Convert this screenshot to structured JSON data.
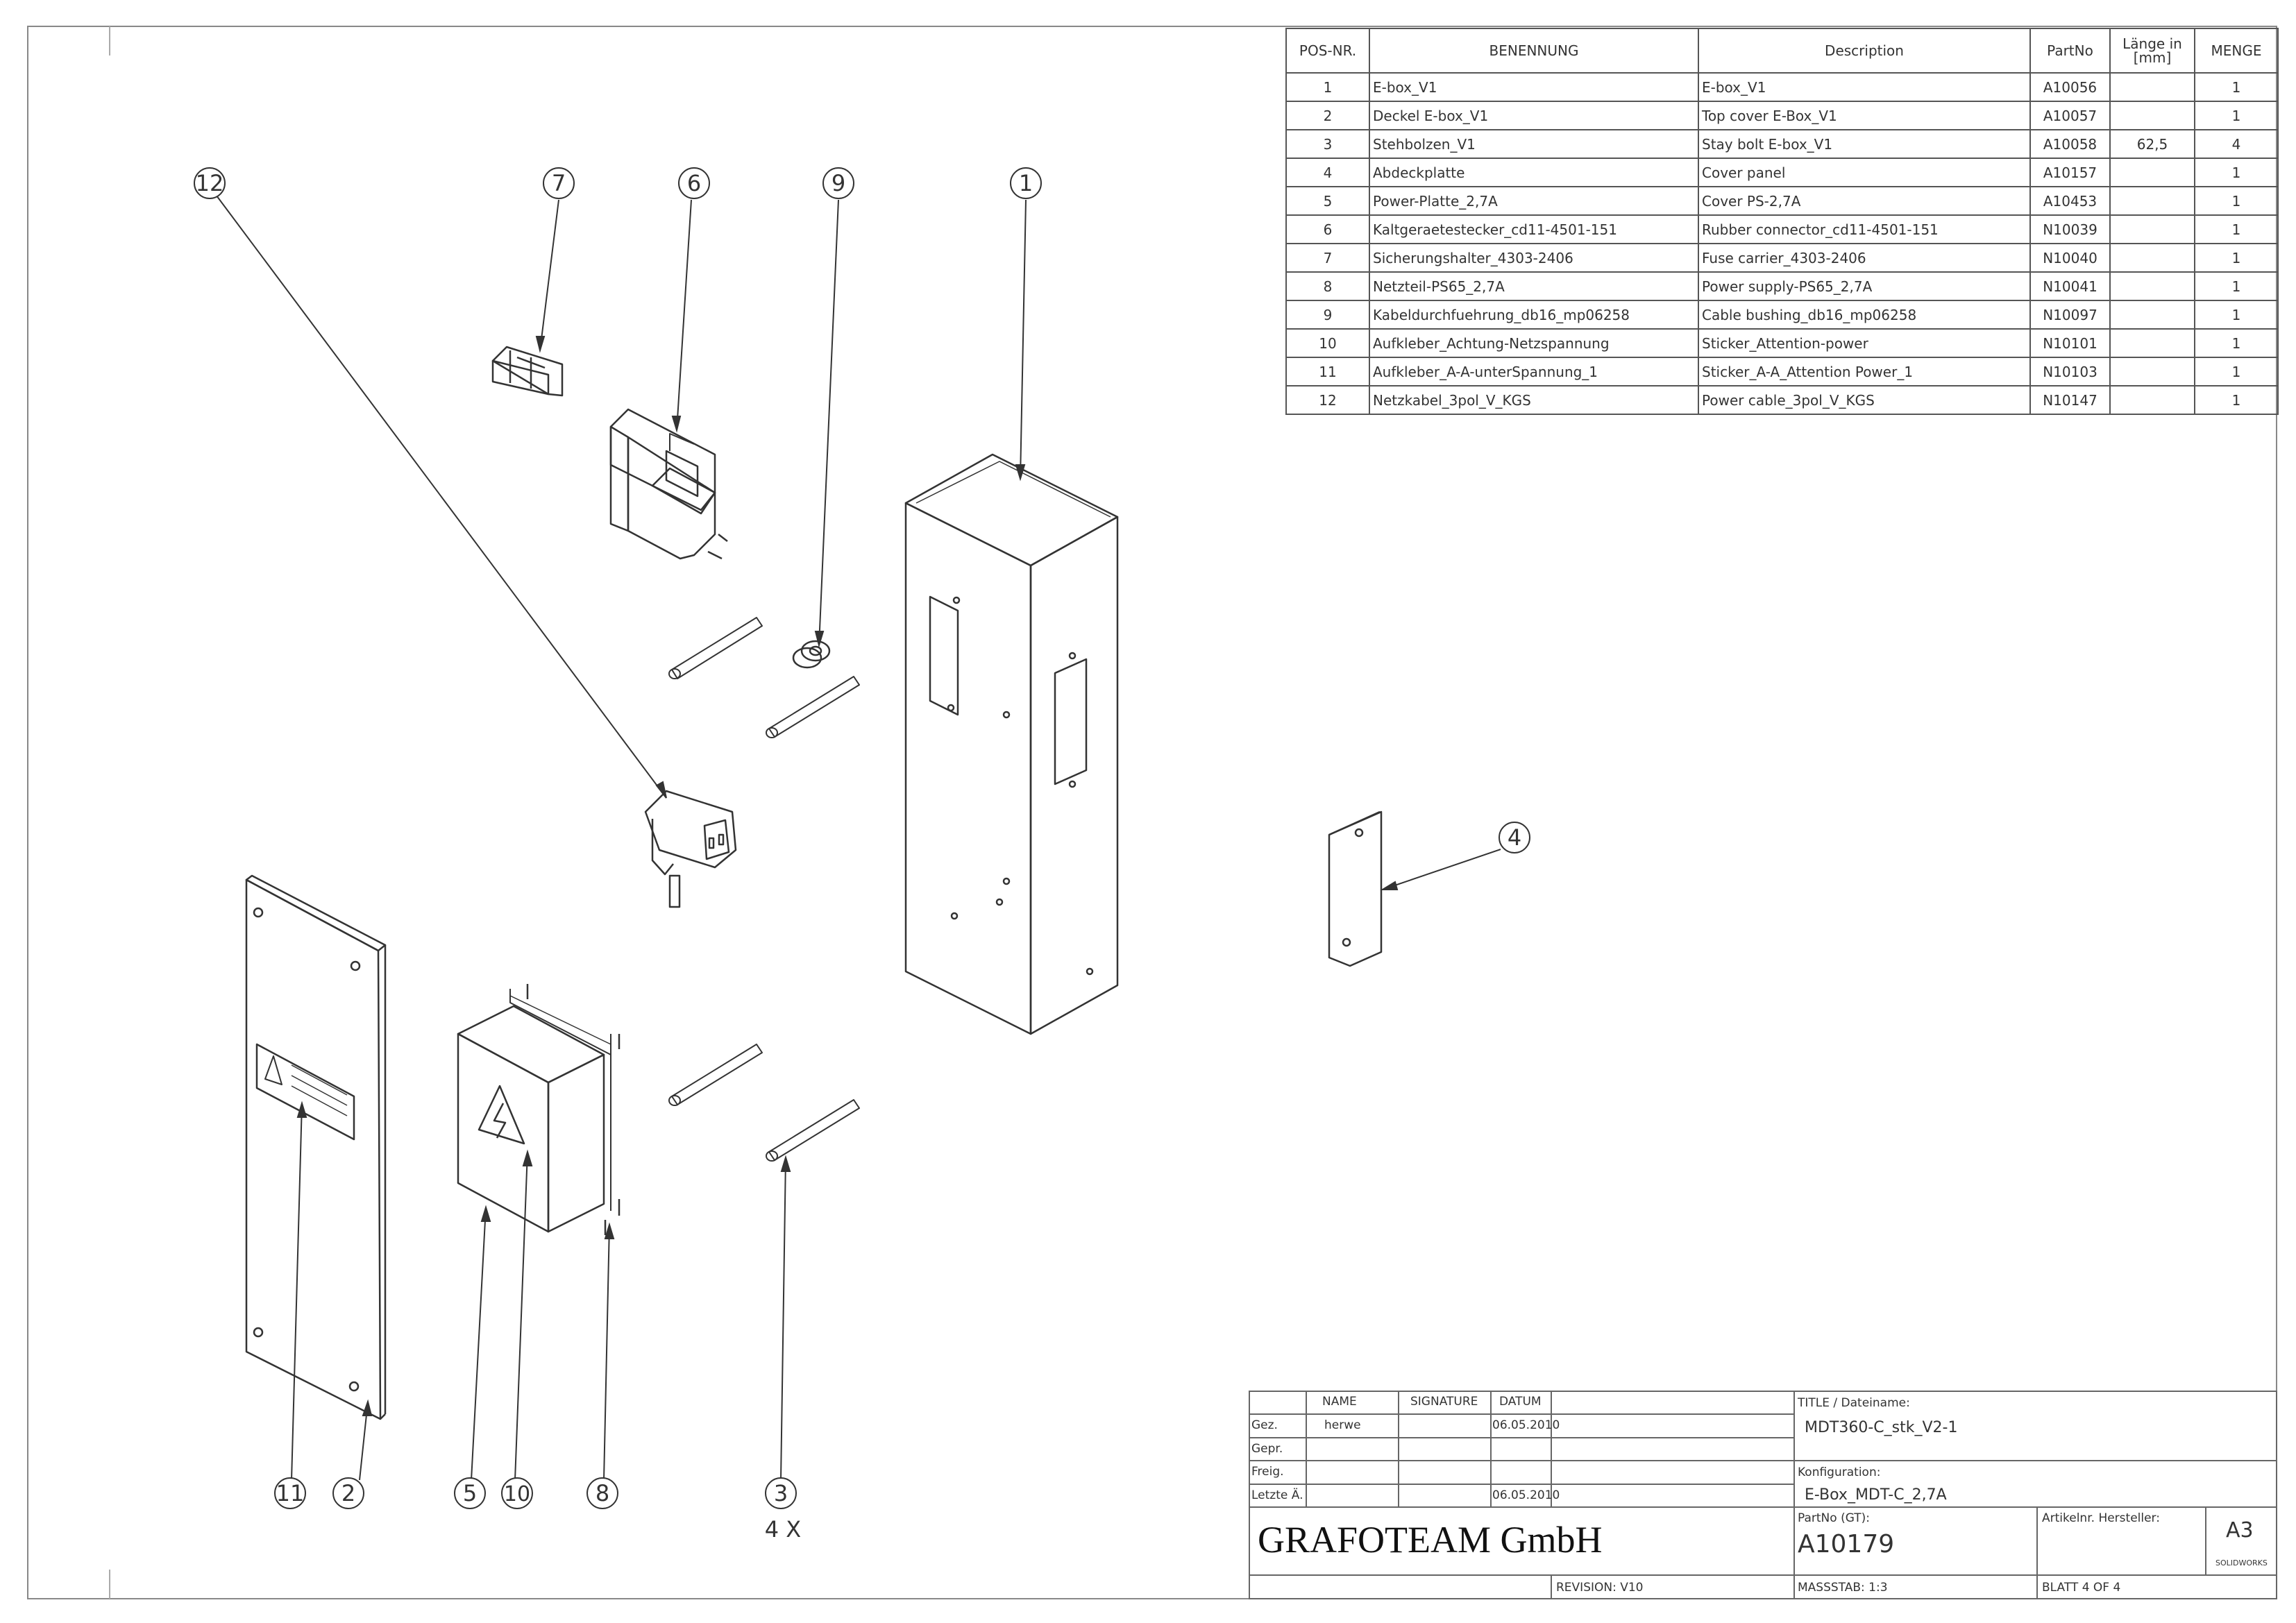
{
  "bom": {
    "headers": [
      "POS-NR.",
      "BENENNUNG",
      "Description",
      "PartNo",
      "Länge in [mm]",
      "MENGE"
    ],
    "rows": [
      [
        "1",
        "E-box_V1",
        "E-box_V1",
        "A10056",
        "",
        "1"
      ],
      [
        "2",
        "Deckel E-box_V1",
        "Top cover E-Box_V1",
        "A10057",
        "",
        "1"
      ],
      [
        "3",
        "Stehbolzen_V1",
        "Stay bolt E-box_V1",
        "A10058",
        "62,5",
        "4"
      ],
      [
        "4",
        "Abdeckplatte",
        "Cover panel",
        "A10157",
        "",
        "1"
      ],
      [
        "5",
        "Power-Platte_2,7A",
        "Cover PS-2,7A",
        "A10453",
        "",
        "1"
      ],
      [
        "6",
        "Kaltgeraetestecker_cd11-4501-151",
        "Rubber connector_cd11-4501-151",
        "N10039",
        "",
        "1"
      ],
      [
        "7",
        "Sicherungshalter_4303-2406",
        "Fuse carrier_4303-2406",
        "N10040",
        "",
        "1"
      ],
      [
        "8",
        "Netzteil-PS65_2,7A",
        "Power supply-PS65_2,7A",
        "N10041",
        "",
        "1"
      ],
      [
        "9",
        "Kabeldurchfuehrung_db16_mp06258",
        "Cable bushing_db16_mp06258",
        "N10097",
        "",
        "1"
      ],
      [
        "10",
        "Aufkleber_Achtung-Netzspannung",
        "Sticker_Attention-power",
        "N10101",
        "",
        "1"
      ],
      [
        "11",
        "Aufkleber_A-A-unterSpannung_1",
        "Sticker_A-A_Attention Power_1",
        "N10103",
        "",
        "1"
      ],
      [
        "12",
        "Netzkabel_3pol_V_KGS",
        "Power cable_3pol_V_KGS",
        "N10147",
        "",
        "1"
      ]
    ]
  },
  "balloons": [
    "12",
    "7",
    "6",
    "9",
    "1",
    "4",
    "11",
    "2",
    "5",
    "10",
    "8",
    "3"
  ],
  "qty_note": "4 X",
  "title_block": {
    "col_name": "NAME",
    "col_signature": "SIGNATURE",
    "col_datum": "DATUM",
    "row_gez": "Gez.",
    "row_gepr": "Gepr.",
    "row_freig": "Freig.",
    "row_letzte": "Letzte Ä.",
    "gez_name": "herwe",
    "gez_date": "06.05.2010",
    "letzte_date": "06.05.2010",
    "title_label": "TITLE / Dateiname:",
    "title_value": "MDT360-C_stk_V2-1",
    "konfig_label": "Konfiguration:",
    "konfig_value": "E-Box_MDT-C_2,7A",
    "company": "GRAFOTEAM GmbH",
    "partno_label": "PartNo (GT):",
    "partno_value": "A10179",
    "artikel_label": "Artikelnr. Hersteller:",
    "sheet_size": "A3",
    "software": "SOLIDWORKS",
    "revision": "REVISION:   V10",
    "massstab": "MASSSTAB: 1:3",
    "blatt": "BLATT 4 OF 4"
  },
  "colors": {
    "line": "#333333",
    "border": "#666666"
  }
}
